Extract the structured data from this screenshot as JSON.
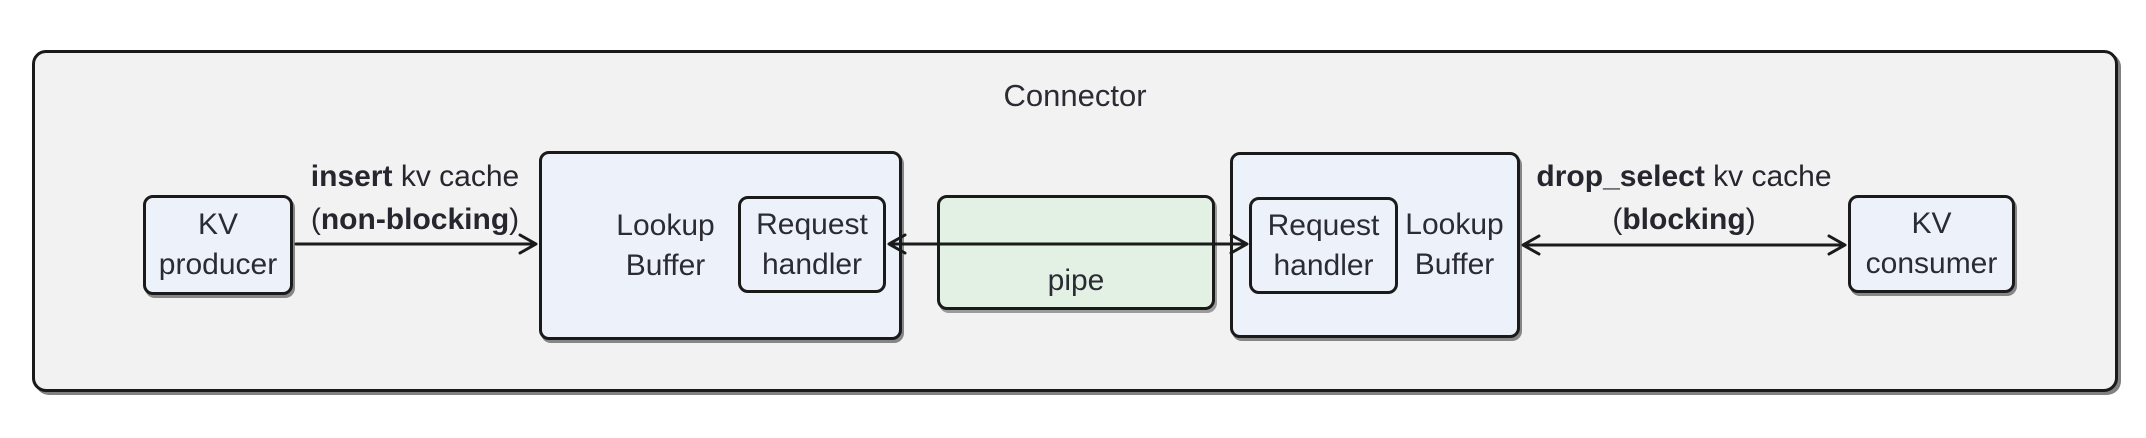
{
  "connector": {
    "title": "Connector"
  },
  "nodes": {
    "kv_producer": {
      "lines": [
        "KV",
        "producer"
      ]
    },
    "lookup_buffer_left": {
      "lines": [
        "Lookup",
        "Buffer"
      ]
    },
    "request_handler_left": {
      "lines": [
        "Request",
        "handler"
      ]
    },
    "pipe": {
      "label": "pipe"
    },
    "request_handler_right": {
      "lines": [
        "Request",
        "handler"
      ]
    },
    "lookup_buffer_right": {
      "lines": [
        "Lookup",
        "Buffer"
      ]
    },
    "kv_consumer": {
      "lines": [
        "KV",
        "consumer"
      ]
    }
  },
  "edges": {
    "insert": {
      "line1_bold": "insert",
      "line1_rest": " kv cache",
      "line2_open": "(",
      "line2_bold": "non-blocking",
      "line2_close": ")",
      "from": "KV producer",
      "to": "Lookup Buffer (left)",
      "arrowheads": "right"
    },
    "pipe_link": {
      "from": "Request handler (left)",
      "to": "Request handler (right)",
      "arrowheads": "both"
    },
    "drop_select": {
      "line1_bold": "drop_select",
      "line1_rest": " kv cache",
      "line2_open": "(",
      "line2_bold": "blocking",
      "line2_close": ")",
      "from": "Lookup Buffer (right)",
      "to": "KV consumer",
      "arrowheads": "both"
    }
  },
  "colors": {
    "container_bg": "#f2f2f2",
    "node_bg": "#ecf1fa",
    "pipe_bg": "#e2f1e4",
    "border": "#1a1a1a",
    "text": "#2b2b33"
  }
}
